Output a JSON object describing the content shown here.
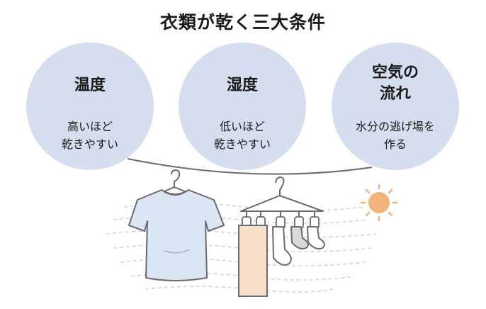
{
  "title": "衣類が乾く三大条件",
  "conditions": [
    {
      "heading": "温度",
      "description": "高いほど\n乾きやすい"
    },
    {
      "heading": "湿度",
      "description": "低いほど\n乾きやすい"
    },
    {
      "heading": "空気の\n流れ",
      "description": "水分の逃げ場を\n作る"
    }
  ],
  "colors": {
    "circle": "#d5deee",
    "shirt": "#dbe6f5",
    "towel": "#f7e0c8",
    "sun": "#f2b37c",
    "wind": "#c7d6ee",
    "line": "#6b6b6b"
  },
  "icons": [
    "shirt-icon",
    "hanger-icon",
    "towel-icon",
    "sock-icon",
    "sun-icon",
    "wind-lines"
  ]
}
